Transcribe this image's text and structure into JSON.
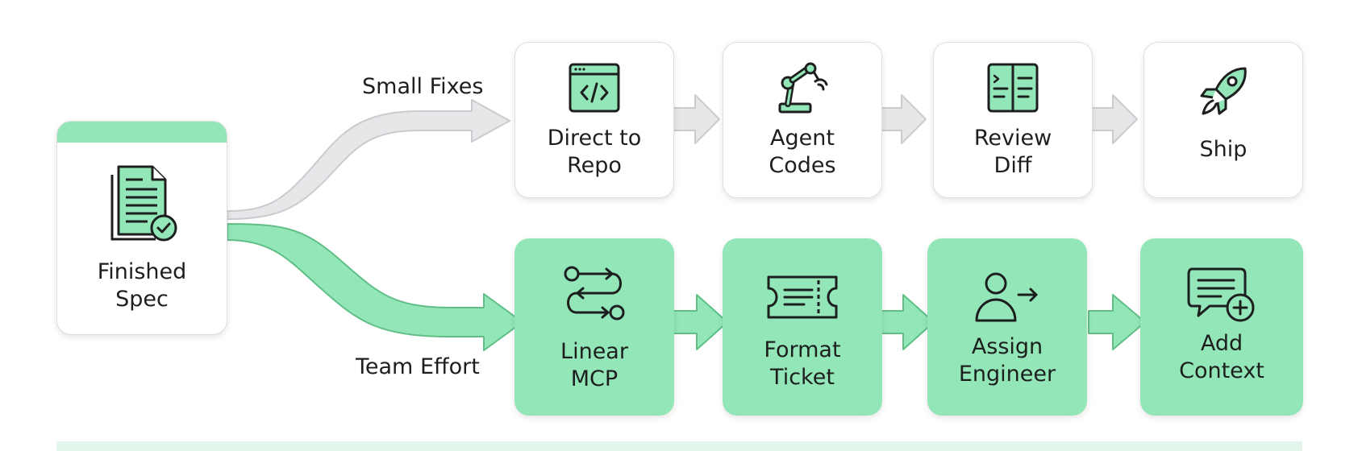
{
  "branches": {
    "top_label": "Small Fixes",
    "bottom_label": "Team Effort"
  },
  "start": {
    "label_line1": "Finished",
    "label_line2": "Spec",
    "icon": "document-check-icon"
  },
  "top_row": [
    {
      "line1": "Direct to",
      "line2": "Repo",
      "icon": "code-window-icon"
    },
    {
      "line1": "Agent",
      "line2": "Codes",
      "icon": "robot-arm-icon"
    },
    {
      "line1": "Review",
      "line2": "Diff",
      "icon": "diff-icon"
    },
    {
      "line1": "Ship",
      "line2": "",
      "icon": "rocket-icon"
    }
  ],
  "bottom_row": [
    {
      "line1": "Linear",
      "line2": "MCP",
      "icon": "workflow-icon"
    },
    {
      "line1": "Format",
      "line2": "Ticket",
      "icon": "ticket-icon"
    },
    {
      "line1": "Assign",
      "line2": "Engineer",
      "icon": "assign-user-icon"
    },
    {
      "line1": "Add",
      "line2": "Context",
      "icon": "chat-add-icon"
    }
  ],
  "colors": {
    "accent_green": "#93e6b8",
    "accent_green_dark": "#5fbf87",
    "gray_arrow": "#e6e7e9",
    "gray_arrow_stroke": "#c9cbce",
    "icon_stroke": "#1d1f1e"
  }
}
